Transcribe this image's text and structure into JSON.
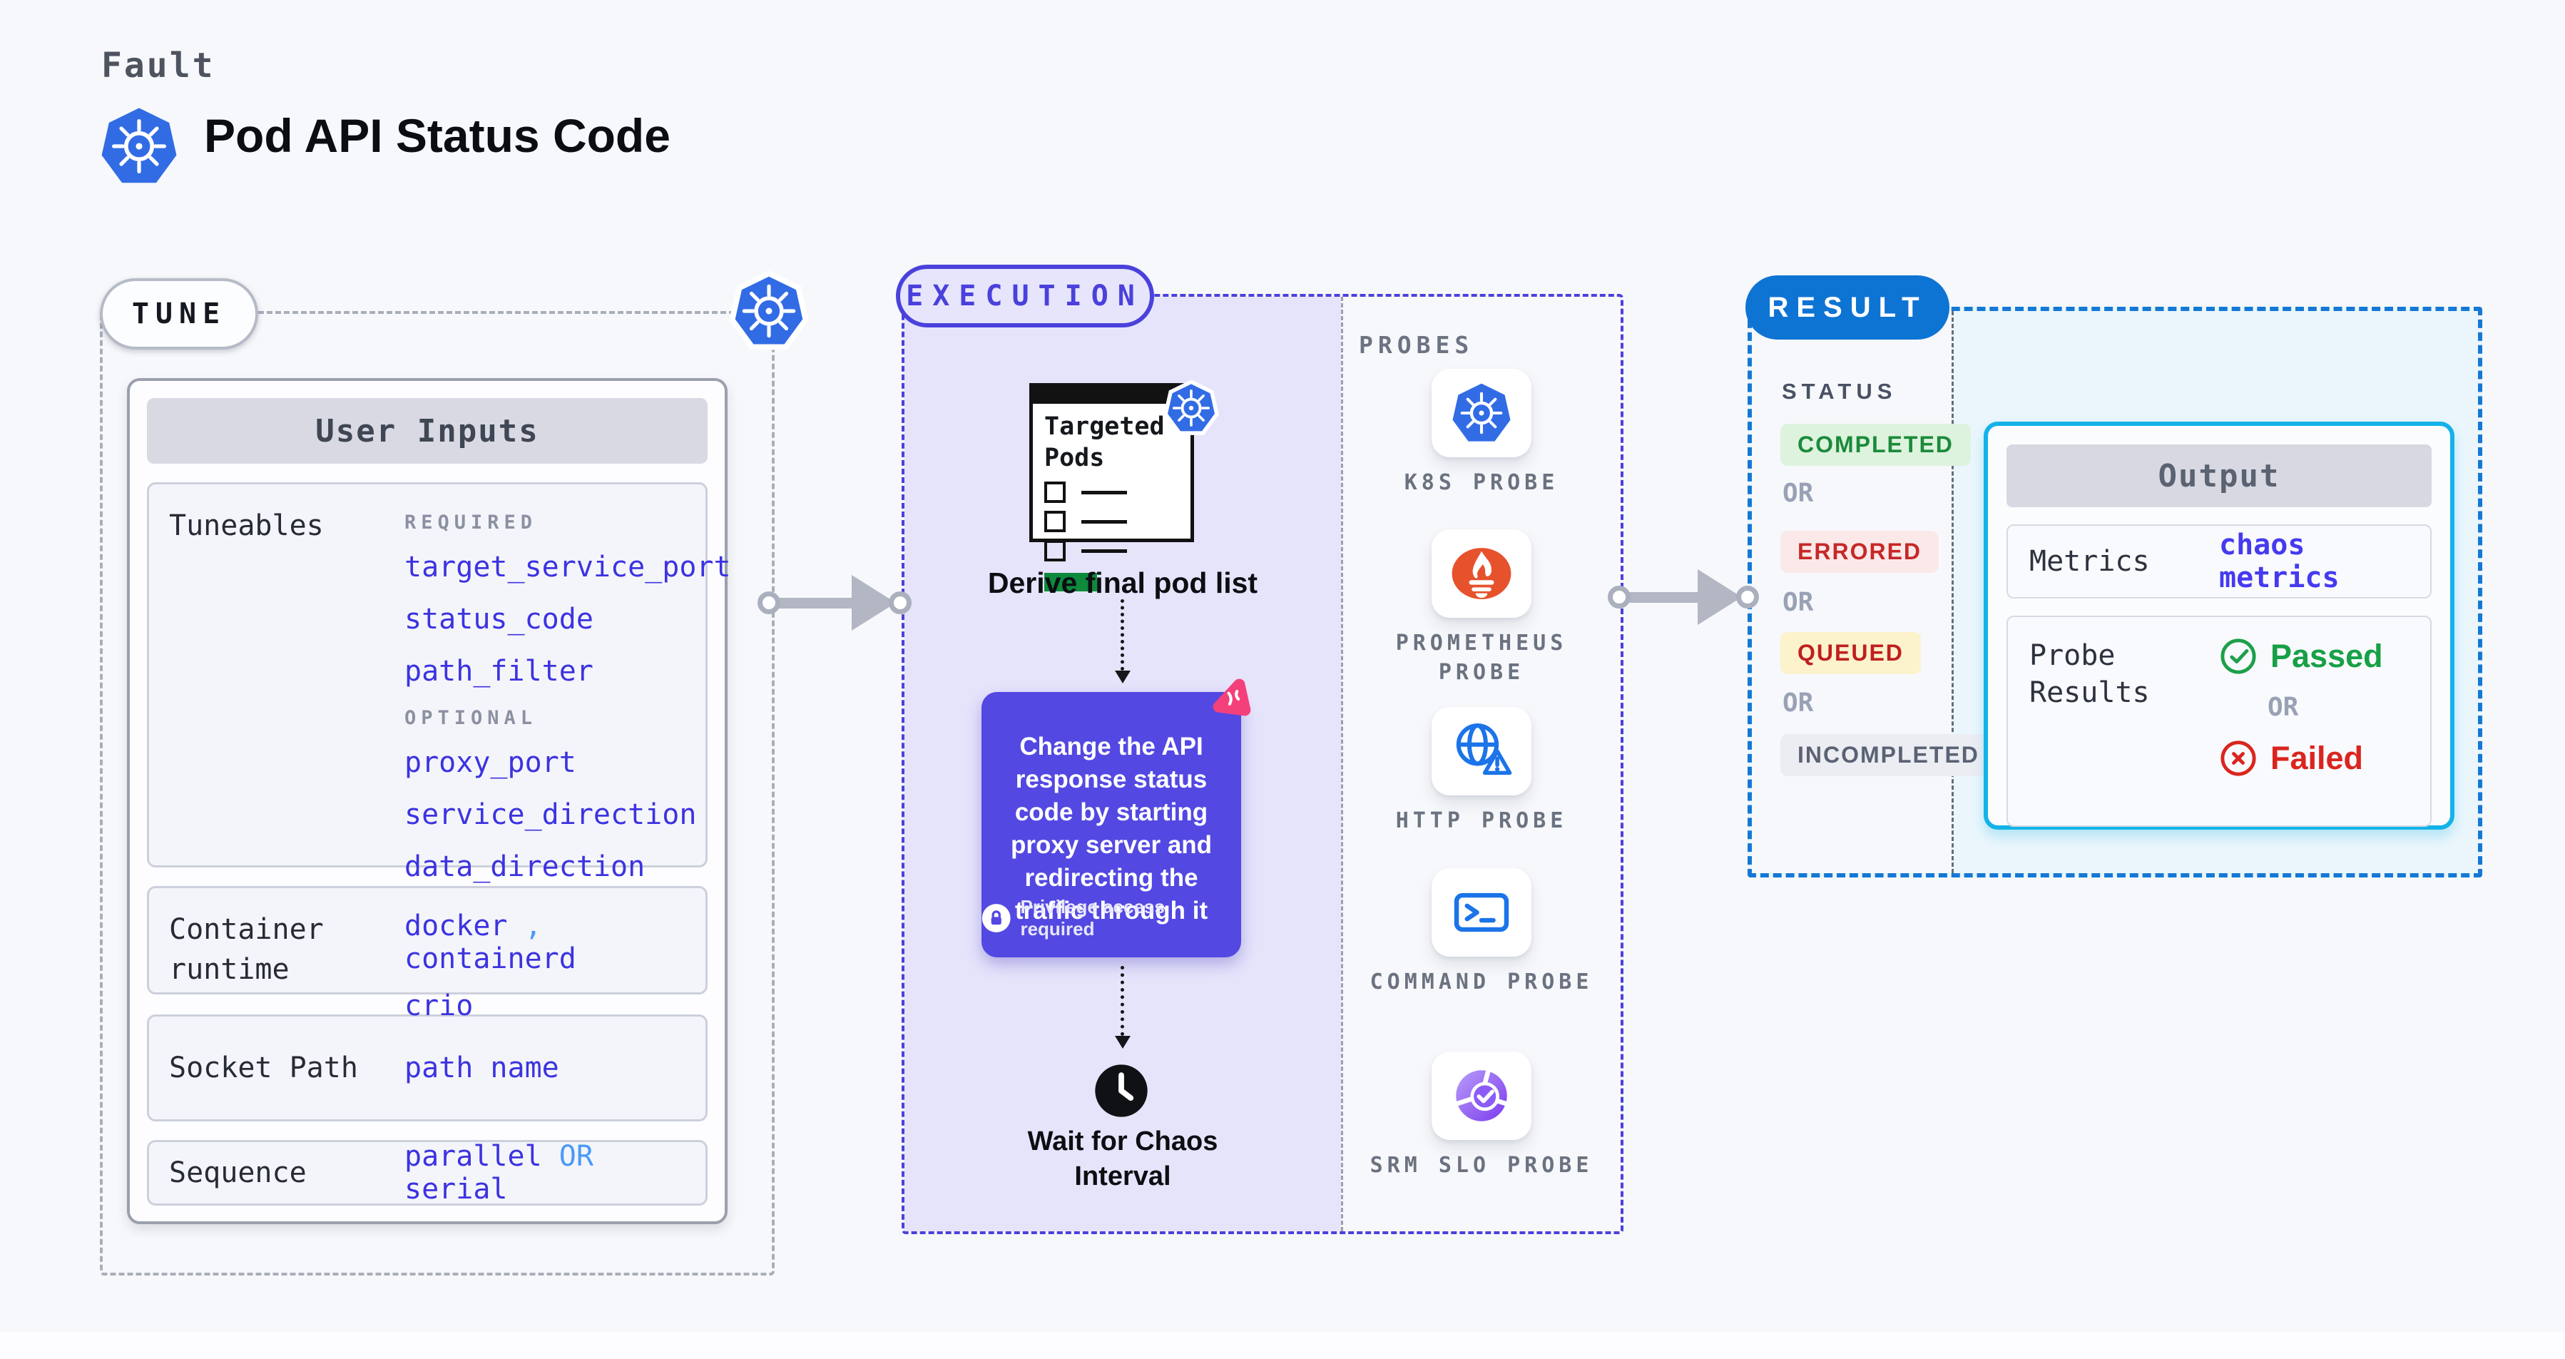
{
  "header": {
    "kicker": "Fault",
    "title": "Pod API Status Code"
  },
  "sections": {
    "tune": {
      "badge": "TUNE",
      "user_inputs": {
        "header": "User Inputs",
        "tuneables": {
          "label": "Tuneables",
          "required_heading": "REQUIRED",
          "required_items": [
            "target_service_port",
            "status_code",
            "path_filter"
          ],
          "optional_heading": "OPTIONAL",
          "optional_items": [
            "proxy_port",
            "service_direction",
            "data_direction"
          ]
        },
        "container_runtime": {
          "label": "Container runtime",
          "value1": "docker",
          "comma": ",",
          "value2": "containerd",
          "value3": "crio"
        },
        "socket_path": {
          "label": "Socket Path",
          "value": "path name"
        },
        "sequence": {
          "label": "Sequence",
          "option1": "parallel",
          "or": "OR",
          "option2": "serial"
        }
      }
    },
    "execution": {
      "badge": "EXECUTION",
      "targeted_pods_title": "Targeted Pods",
      "derive_caption": "Derive final pod list",
      "action_card": {
        "text": "Change the API response status code by starting proxy server and redirecting the traffic through it",
        "note": "Privilege access required"
      },
      "wait_caption": "Wait for Chaos Interval"
    },
    "probes": {
      "heading": "PROBES",
      "items": [
        {
          "icon": "k8s-icon",
          "label": "K8S PROBE"
        },
        {
          "icon": "prometheus-icon",
          "label": "PROMETHEUS PROBE"
        },
        {
          "icon": "http-probe-icon",
          "label": "HTTP PROBE"
        },
        {
          "icon": "command-probe-icon",
          "label": "COMMAND PROBE"
        },
        {
          "icon": "srm-slo-probe-icon",
          "label": "SRM SLO PROBE"
        }
      ]
    },
    "result": {
      "badge": "RESULT",
      "status_heading": "STATUS",
      "or_label": "OR",
      "statuses": [
        {
          "label": "COMPLETED",
          "fg": "#1b8a3a",
          "bg": "#ddf3de"
        },
        {
          "label": "ERRORED",
          "fg": "#c62828",
          "bg": "#fbe9e9"
        },
        {
          "label": "QUEUED",
          "fg": "#bf1f1f",
          "bg": "#fcf2cc"
        },
        {
          "label": "INCOMPLETED",
          "fg": "#5a6274",
          "bg": "#ecedf3"
        }
      ],
      "output": {
        "header": "Output",
        "metrics_label": "Metrics",
        "metrics_value": "chaos metrics",
        "probe_results_label": "Probe Results",
        "passed": "Passed",
        "failed": "Failed"
      }
    }
  },
  "colors": {
    "page_bg": "#f7f8fb",
    "execution_bg": "#e6e4fb",
    "result_bg": "#eaf6fc",
    "indigo_accent": "#4a41dc",
    "result_blue": "#0e74d4",
    "output_cyan": "#14b2e8",
    "value_blue": "#3c33e0",
    "or_light_blue": "#4a9af5",
    "passed_green": "#17a046",
    "failed_red": "#da251f",
    "k8s_blue": "#326ce5",
    "prometheus_orange": "#e6522c",
    "action_card_purple": "#5348e2",
    "litmus_pink": "#f4407a",
    "pods_green": "#0e8a3d"
  }
}
